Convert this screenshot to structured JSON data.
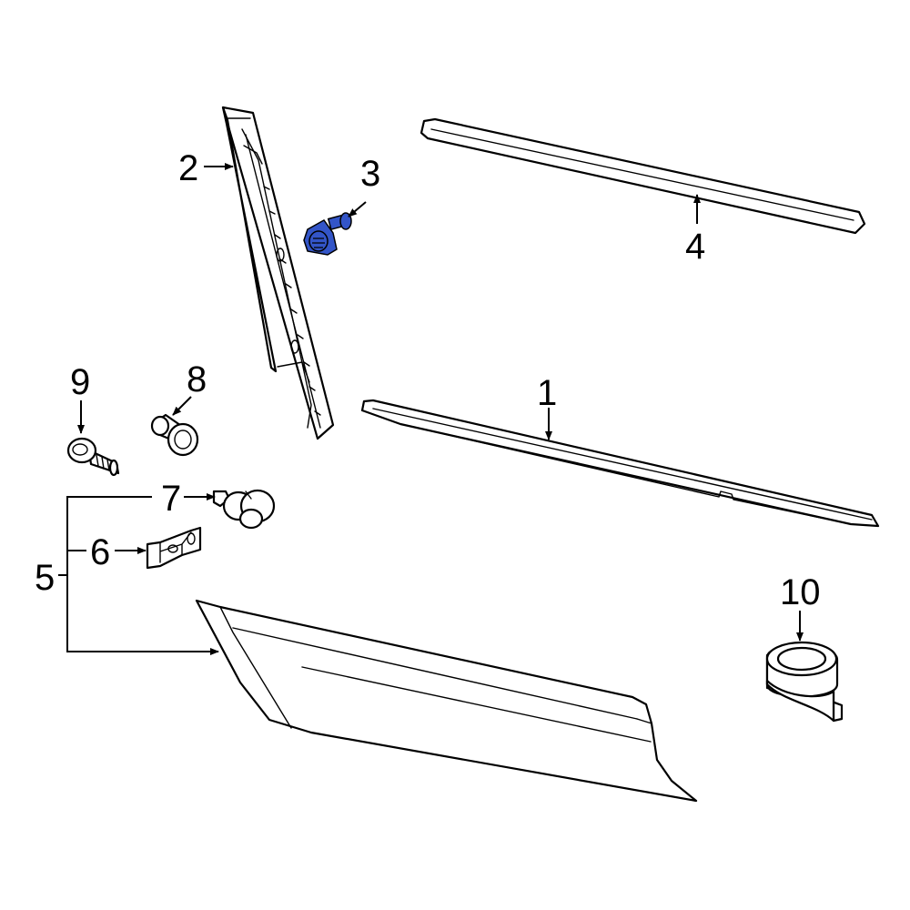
{
  "callouts": {
    "c1": "1",
    "c2": "2",
    "c3": "3",
    "c4": "4",
    "c5": "5",
    "c6": "6",
    "c7": "7",
    "c8": "8",
    "c9": "9",
    "c10": "10"
  },
  "highlighted_part": "3",
  "colors": {
    "highlight": "#3355c8",
    "line": "#000000",
    "background": "#ffffff"
  }
}
